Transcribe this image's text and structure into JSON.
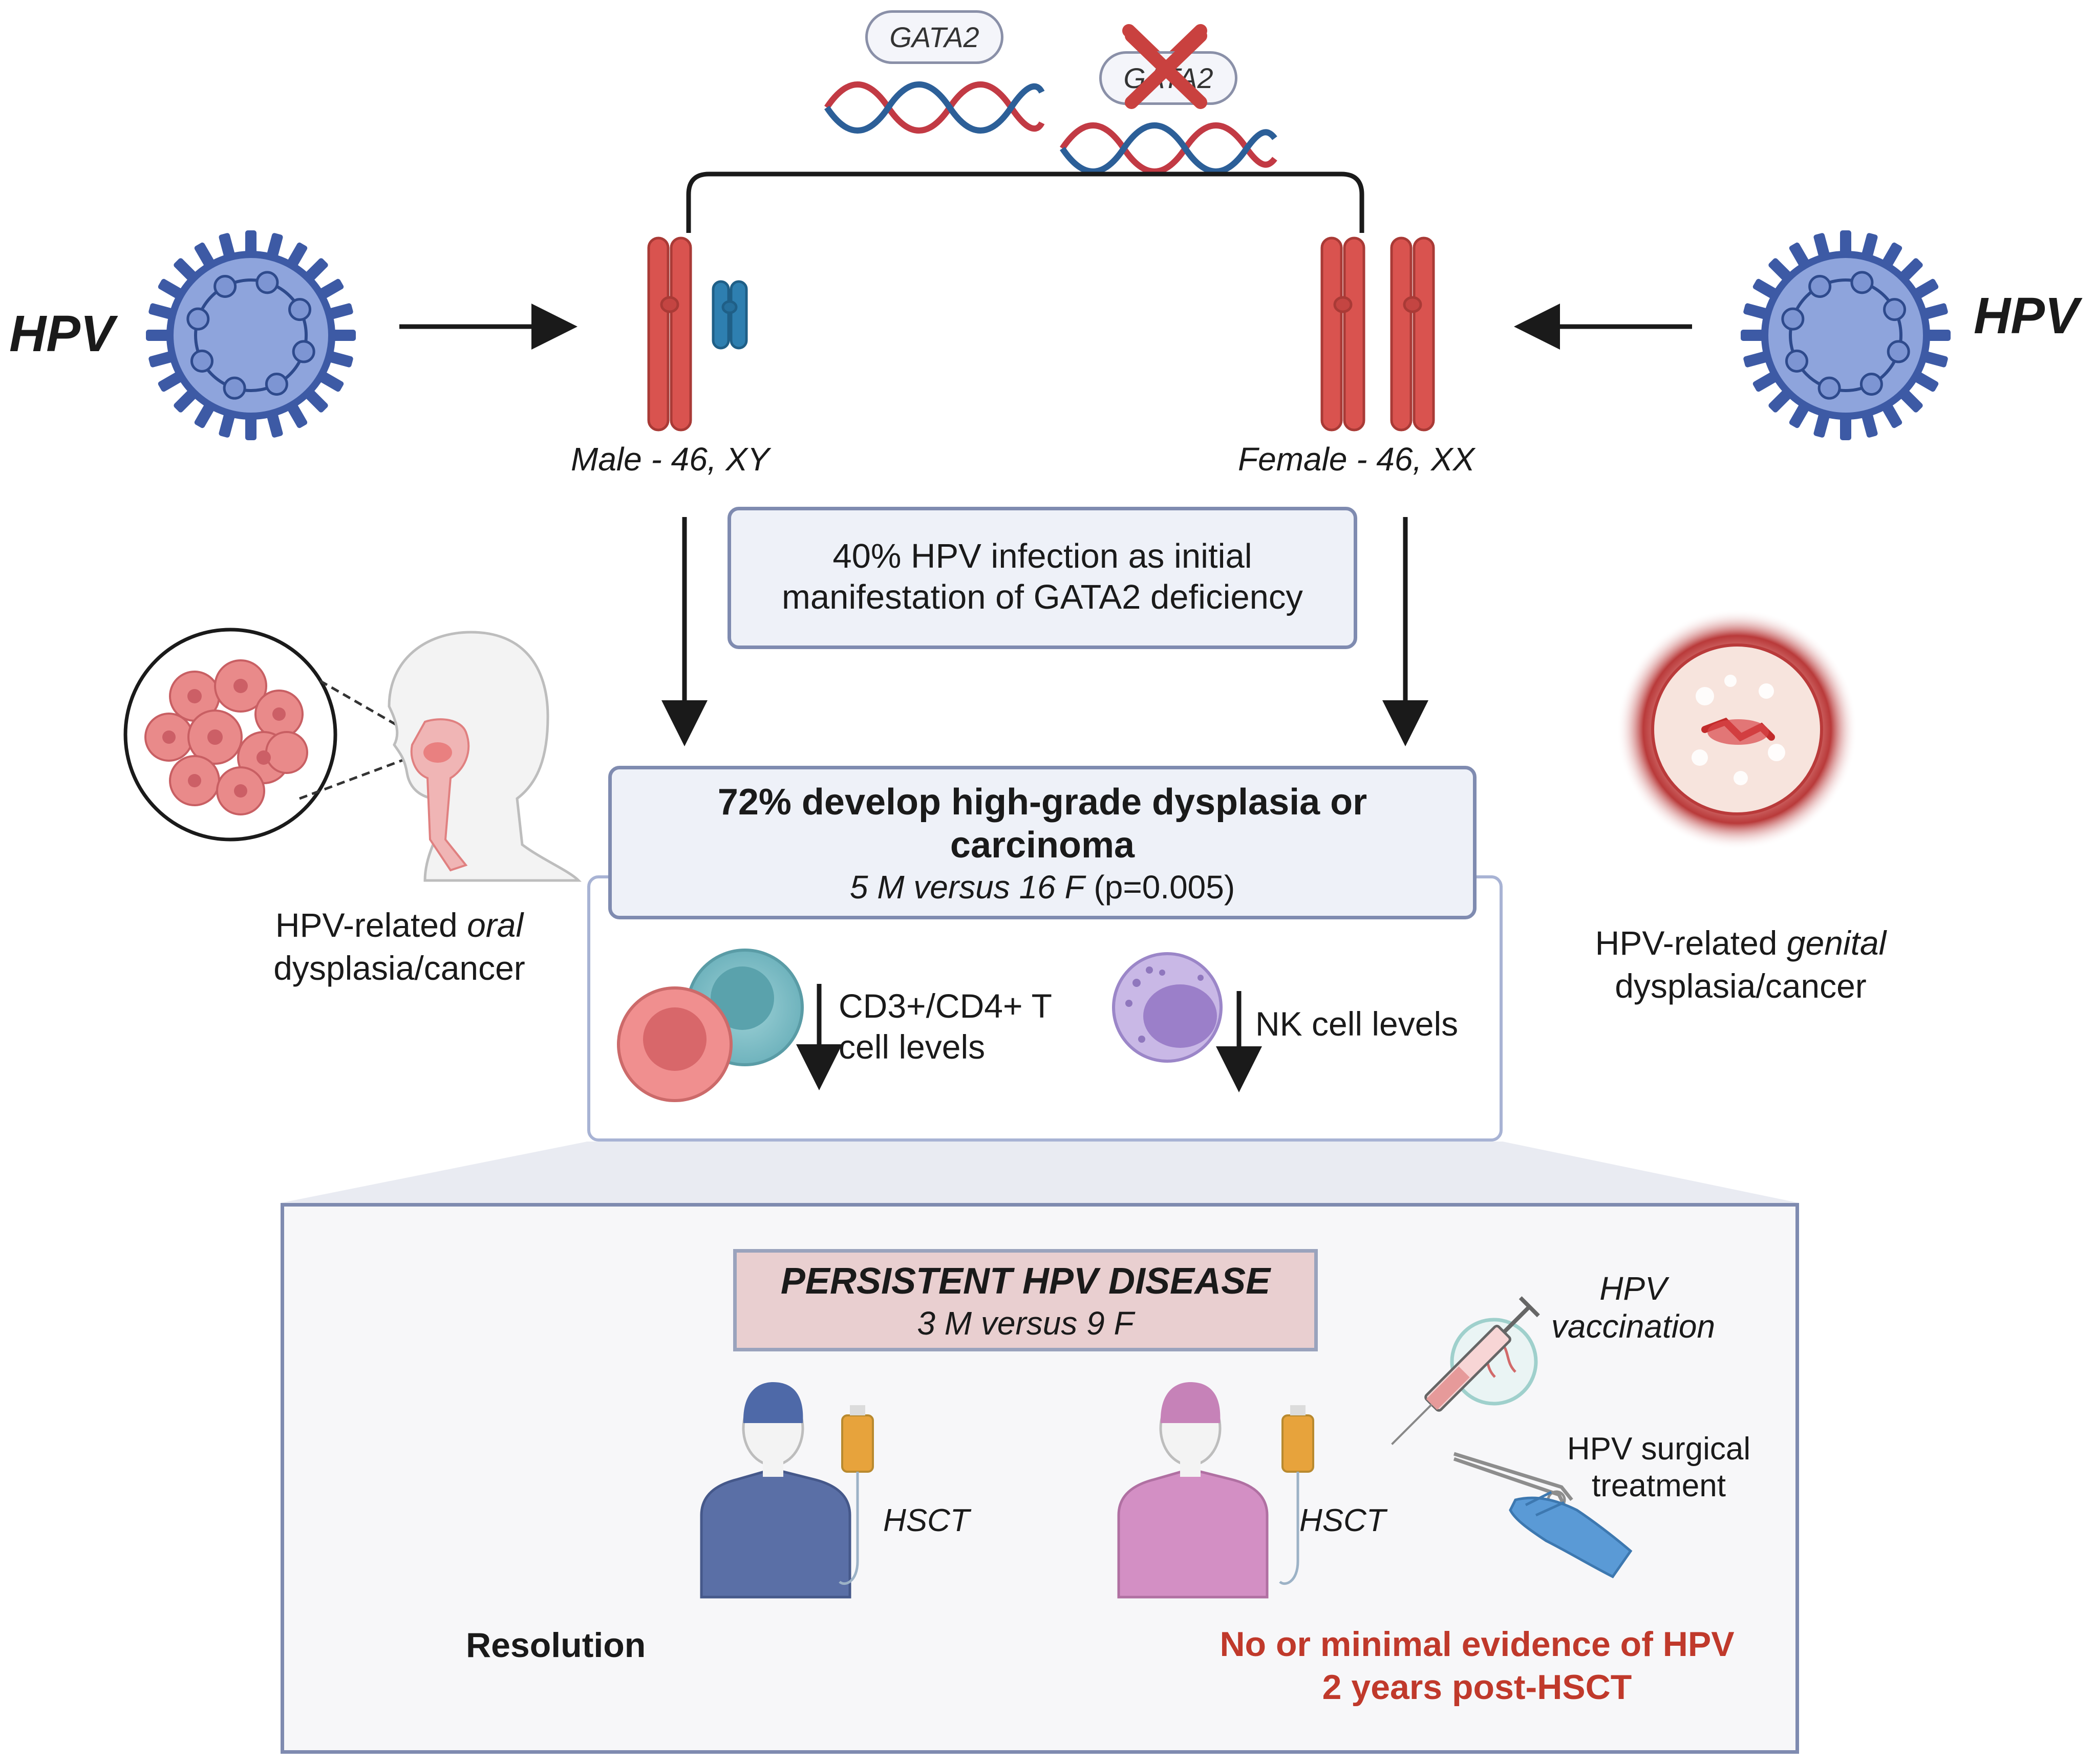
{
  "gene_labels": {
    "normal": "GATA2",
    "mutant": "GATA2"
  },
  "hpv_left": "HPV",
  "hpv_right": "HPV",
  "karyotype": {
    "male": "Male - 46, XY",
    "female": "Female - 46, XX"
  },
  "box_initial": {
    "line1": "40% HPV infection as initial",
    "line2": "manifestation of GATA2 deficiency"
  },
  "box_outcome": {
    "line1": "72% develop high-grade dysplasia or",
    "line2": "carcinoma",
    "comparison_italic": "5 M versus 16 F",
    "pvalue": "(p=0.005)"
  },
  "oral_caption": {
    "prefix": "HPV-related ",
    "italic": "oral",
    "line2": "dysplasia/cancer"
  },
  "genital_caption": {
    "prefix": "HPV-related ",
    "italic": "genital",
    "line2": "dysplasia/cancer"
  },
  "cells": {
    "tcell_line1": "CD3+/CD4+ T",
    "tcell_line2": "cell levels",
    "nk": "NK cell levels"
  },
  "persistent": {
    "title": "PERSISTENT HPV DISEASE",
    "subtitle": "3 M versus 9 F"
  },
  "hsct_left": "HSCT",
  "hsct_right": "HSCT",
  "vaccination": {
    "line1": "HPV",
    "line2": "vaccination"
  },
  "surgery": {
    "line1": "HPV surgical",
    "line2": "treatment"
  },
  "resolution": "Resolution",
  "no_evidence": {
    "line1": "No or minimal evidence of HPV",
    "line2": "2 years post-HSCT"
  },
  "colors": {
    "chromosome_red": "#d9534f",
    "chromosome_blue": "#2e7fb0",
    "virus_blue": "#5f79c4",
    "box_border": "#7f8bb0",
    "persist_fill": "#e9cfd0",
    "alert_red": "#c0392b"
  }
}
